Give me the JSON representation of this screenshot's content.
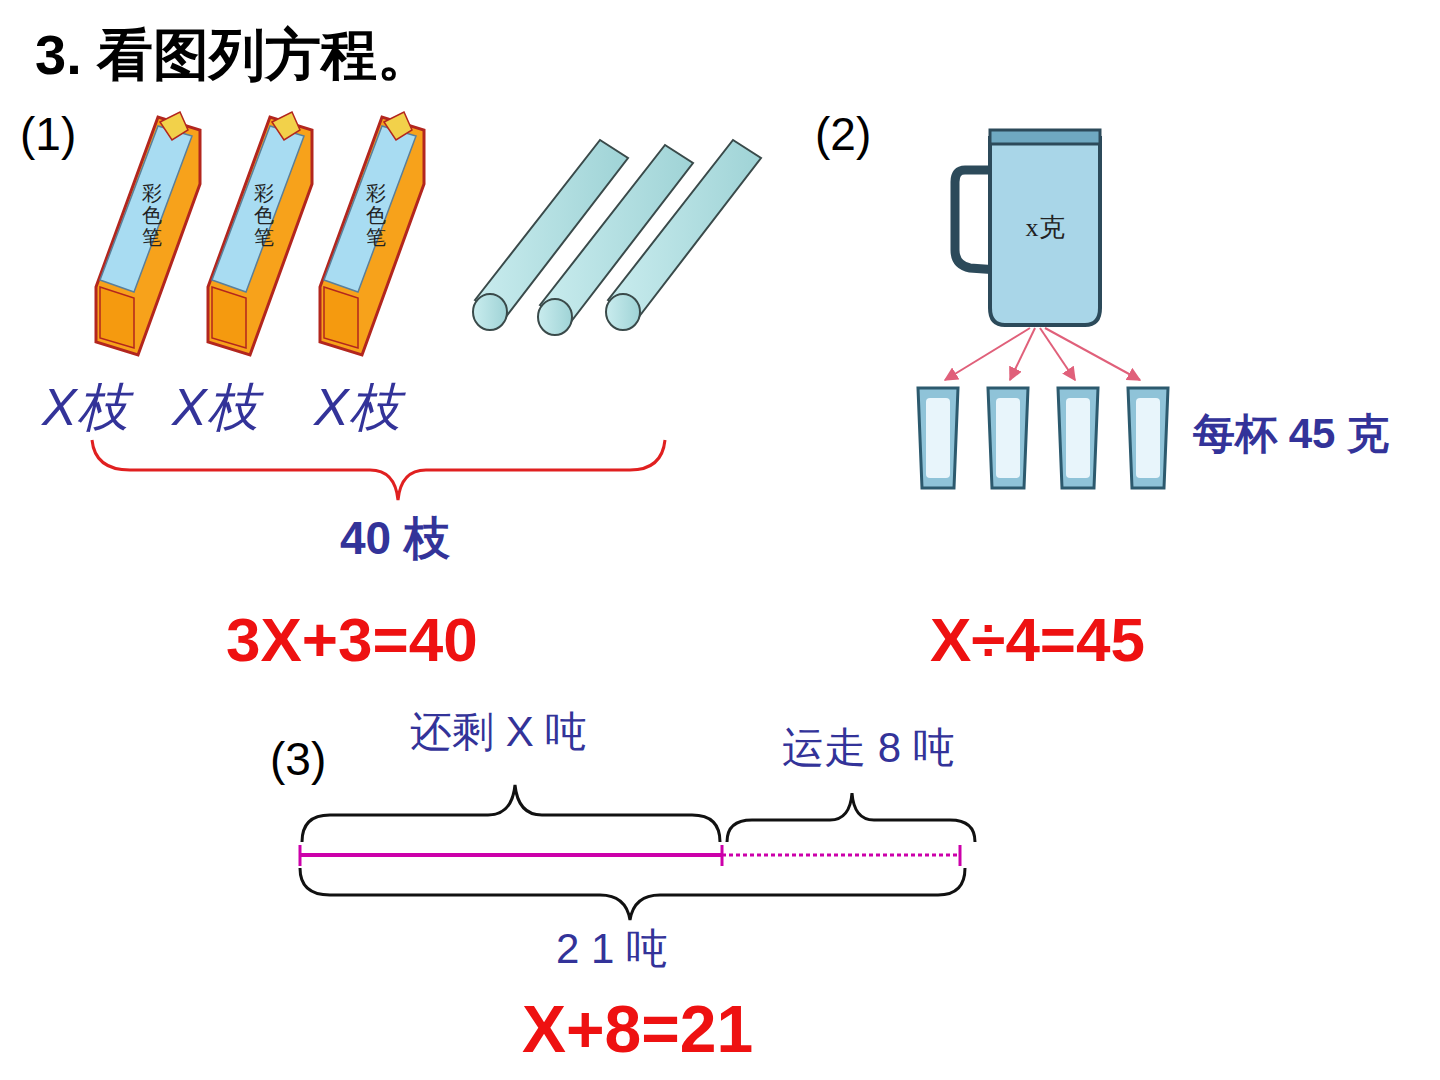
{
  "diagram": {
    "title": "3. 看图列方程。",
    "nodes": [
      {
        "text": [
          "彩色笔"
        ]
      },
      {
        "text": [
          "彩色笔"
        ]
      },
      {
        "text": [
          "彩色笔"
        ]
      },
      {
        "text": [
          "x克"
        ]
      }
    ],
    "labels": [
      "(1)",
      "X枝",
      "X枝",
      "X枝",
      "40 枝",
      "3X+3=40",
      "(2)",
      "每杯 45 克",
      "X÷4=45",
      "(3)",
      "还剩 X 吨",
      "运走 8 吨",
      "2 1 吨",
      "X+8=21"
    ]
  }
}
